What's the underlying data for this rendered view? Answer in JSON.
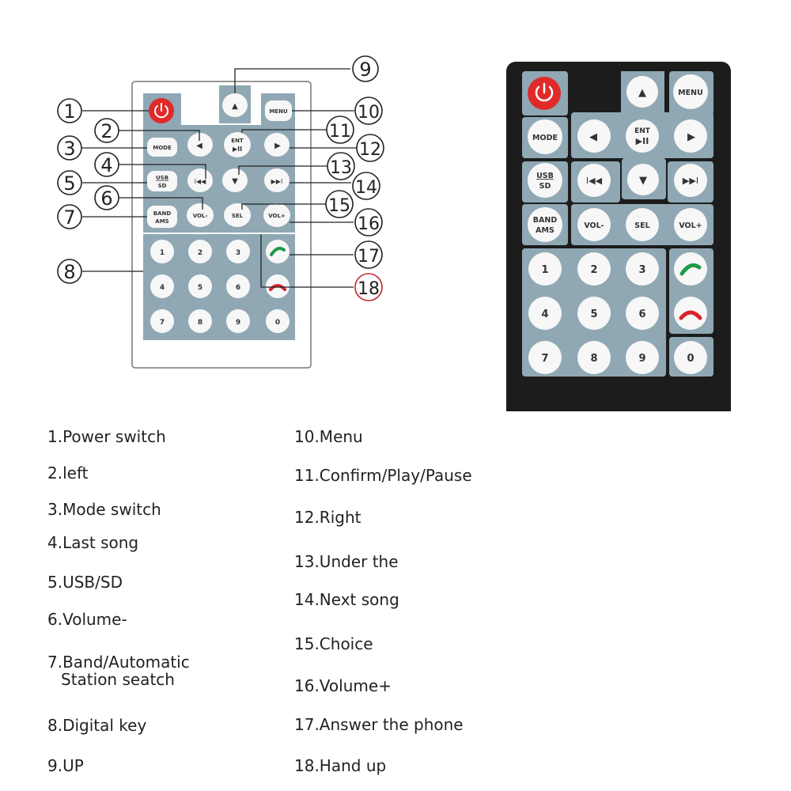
{
  "diagram": {
    "callout_numbers": [
      "1",
      "2",
      "3",
      "4",
      "5",
      "6",
      "7",
      "8",
      "9",
      "10",
      "11",
      "12",
      "13",
      "14",
      "15",
      "16",
      "17",
      "18"
    ],
    "buttons": {
      "menu": "MENU",
      "mode": "MODE",
      "usb": "USB",
      "sd": "SD",
      "band": "BAND",
      "ams": "AMS",
      "ent": "ENT",
      "play_pause": "▶II",
      "vol_minus": "VOL-",
      "vol_plus": "VOL+",
      "sel": "SEL",
      "prev": "I◀◀",
      "next": "▶▶I",
      "digits": [
        "1",
        "2",
        "3",
        "4",
        "5",
        "6",
        "7",
        "8",
        "9",
        "0"
      ]
    }
  },
  "remote": {
    "buttons": {
      "menu": "MENU",
      "mode": "MODE",
      "usb": "USB",
      "sd": "SD",
      "band": "BAND",
      "ams": "AMS",
      "ent": "ENT",
      "play_pause": "▶II",
      "vol_minus": "VOL-",
      "vol_plus": "VOL+",
      "sel": "SEL",
      "prev": "I◀◀",
      "next": "▶▶I",
      "digits": [
        "1",
        "2",
        "3",
        "4",
        "5",
        "6",
        "7",
        "8",
        "9",
        "0"
      ]
    }
  },
  "legend": {
    "left": [
      {
        "line1": "1.Power switch"
      },
      {
        "line1": "2.left"
      },
      {
        "line1": "3.Mode switch"
      },
      {
        "line1": "4.Last song"
      },
      {
        "line1": "5.USB/SD"
      },
      {
        "line1": "6.Volume-"
      },
      {
        "line1": "7.Band/Automatic",
        "line2": "Station seatch"
      },
      {
        "line1": "8.Digital key"
      },
      {
        "line1": "9.UP"
      }
    ],
    "right": [
      {
        "line1": "10.Menu"
      },
      {
        "line1": "11.Confirm/Play/Pause"
      },
      {
        "line1": "12.Right"
      },
      {
        "line1": "13.Under the"
      },
      {
        "line1": "14.Next song"
      },
      {
        "line1": "15.Choice"
      },
      {
        "line1": "16.Volume+"
      },
      {
        "line1": "17.Answer the phone"
      },
      {
        "line1": "18.Hand up"
      }
    ]
  },
  "colors": {
    "panel": "#8fa8b4",
    "button": "#f7f7f7",
    "power": "#e02a2a",
    "body_dark": "#1c1c1c",
    "call_green": "#1e9a46",
    "hangup_red": "#d8232a"
  }
}
